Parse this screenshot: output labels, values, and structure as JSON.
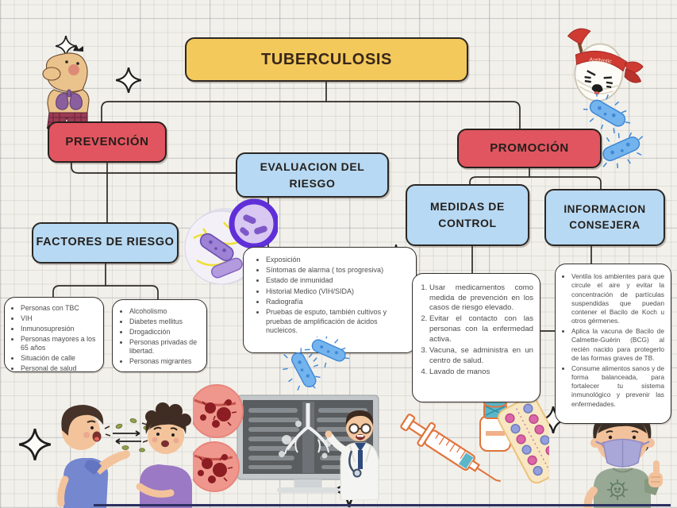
{
  "map": {
    "title": "TUBERCULOSIS",
    "branches": {
      "prevencion": "PREVENCIÓN",
      "promocion": "PROMOCIÓN",
      "evaluacion_del_riesgo": "EVALUACION DEL RIESGO",
      "medidas_de_control": "MEDIDAS DE CONTROL",
      "informacion_consejera": "INFORMACION CONSEJERA",
      "factores_de_riesgo": "FACTORES DE RIESGO"
    }
  },
  "notes": {
    "riesgo_grupo_1": [
      "Personas con TBC",
      "VIH",
      "Inmunosupresión",
      "Personas mayores a los 65 años",
      "Situación de calle",
      "Personal de salud"
    ],
    "riesgo_grupo_2": [
      "Alcoholismo",
      "Diabetes mellitus",
      "Drogadicción",
      "Personas privadas de libertad.",
      "Personas migrantes"
    ],
    "evaluacion_riesgo": [
      "Exposición",
      "Síntomas de alarma ( tos progresiva)",
      "Estado de inmunidad",
      "Historial Medico (VIH/SIDA)",
      "Radiografía",
      "Pruebas de esputo, también cultivos y pruebas de amplificación de ácidos nucleicos."
    ],
    "medidas_de_control": [
      "Usar medicamentos como medida de prevención en los casos de riesgo elevado.",
      "Evitar el contacto con las personas con la enfermedad activa.",
      "Vacuna, se administra en un centro de salud.",
      "Lavado de manos"
    ],
    "consejos": [
      "Ventila los ambientes para que circule el aire y evitar la concentración de partículas suspendidas que puedan contener el Bacilo de Koch u otros gérmenes.",
      "Aplica la vacuna de Bacilo de Calmette-Guérin (BCG) al recién nacido para protegerlo de las formas graves de TB.",
      "Consume alimentos sanos y de forma balanceada, para fortalecer tu sistema inmunológico y prevenir las enfermedades."
    ]
  },
  "illustrations": {
    "antibiotic_label": "Antibiotic",
    "names": [
      "sick-man-with-lungs",
      "antibiotic-pill-fighter",
      "blue-bacteria",
      "microscope-germ-view",
      "cough-transmission-scene",
      "chest-xray-with-doctor",
      "syringe-vial-and-pills",
      "masked-boy-thumbs-up",
      "sparkles"
    ]
  },
  "colors": {
    "paper": "#f2f0eb",
    "title_fill": "#f3c95b",
    "branch_red": "#e15560",
    "branch_blue": "#b7d9f3",
    "ink": "#2f2c29",
    "note_text": "#4d4d4d",
    "bottom_line": "#2c3060",
    "bacteria_blue": "#74b4ee",
    "germ_purple": "#9d82d6",
    "blood_red": "#8c1d22"
  }
}
